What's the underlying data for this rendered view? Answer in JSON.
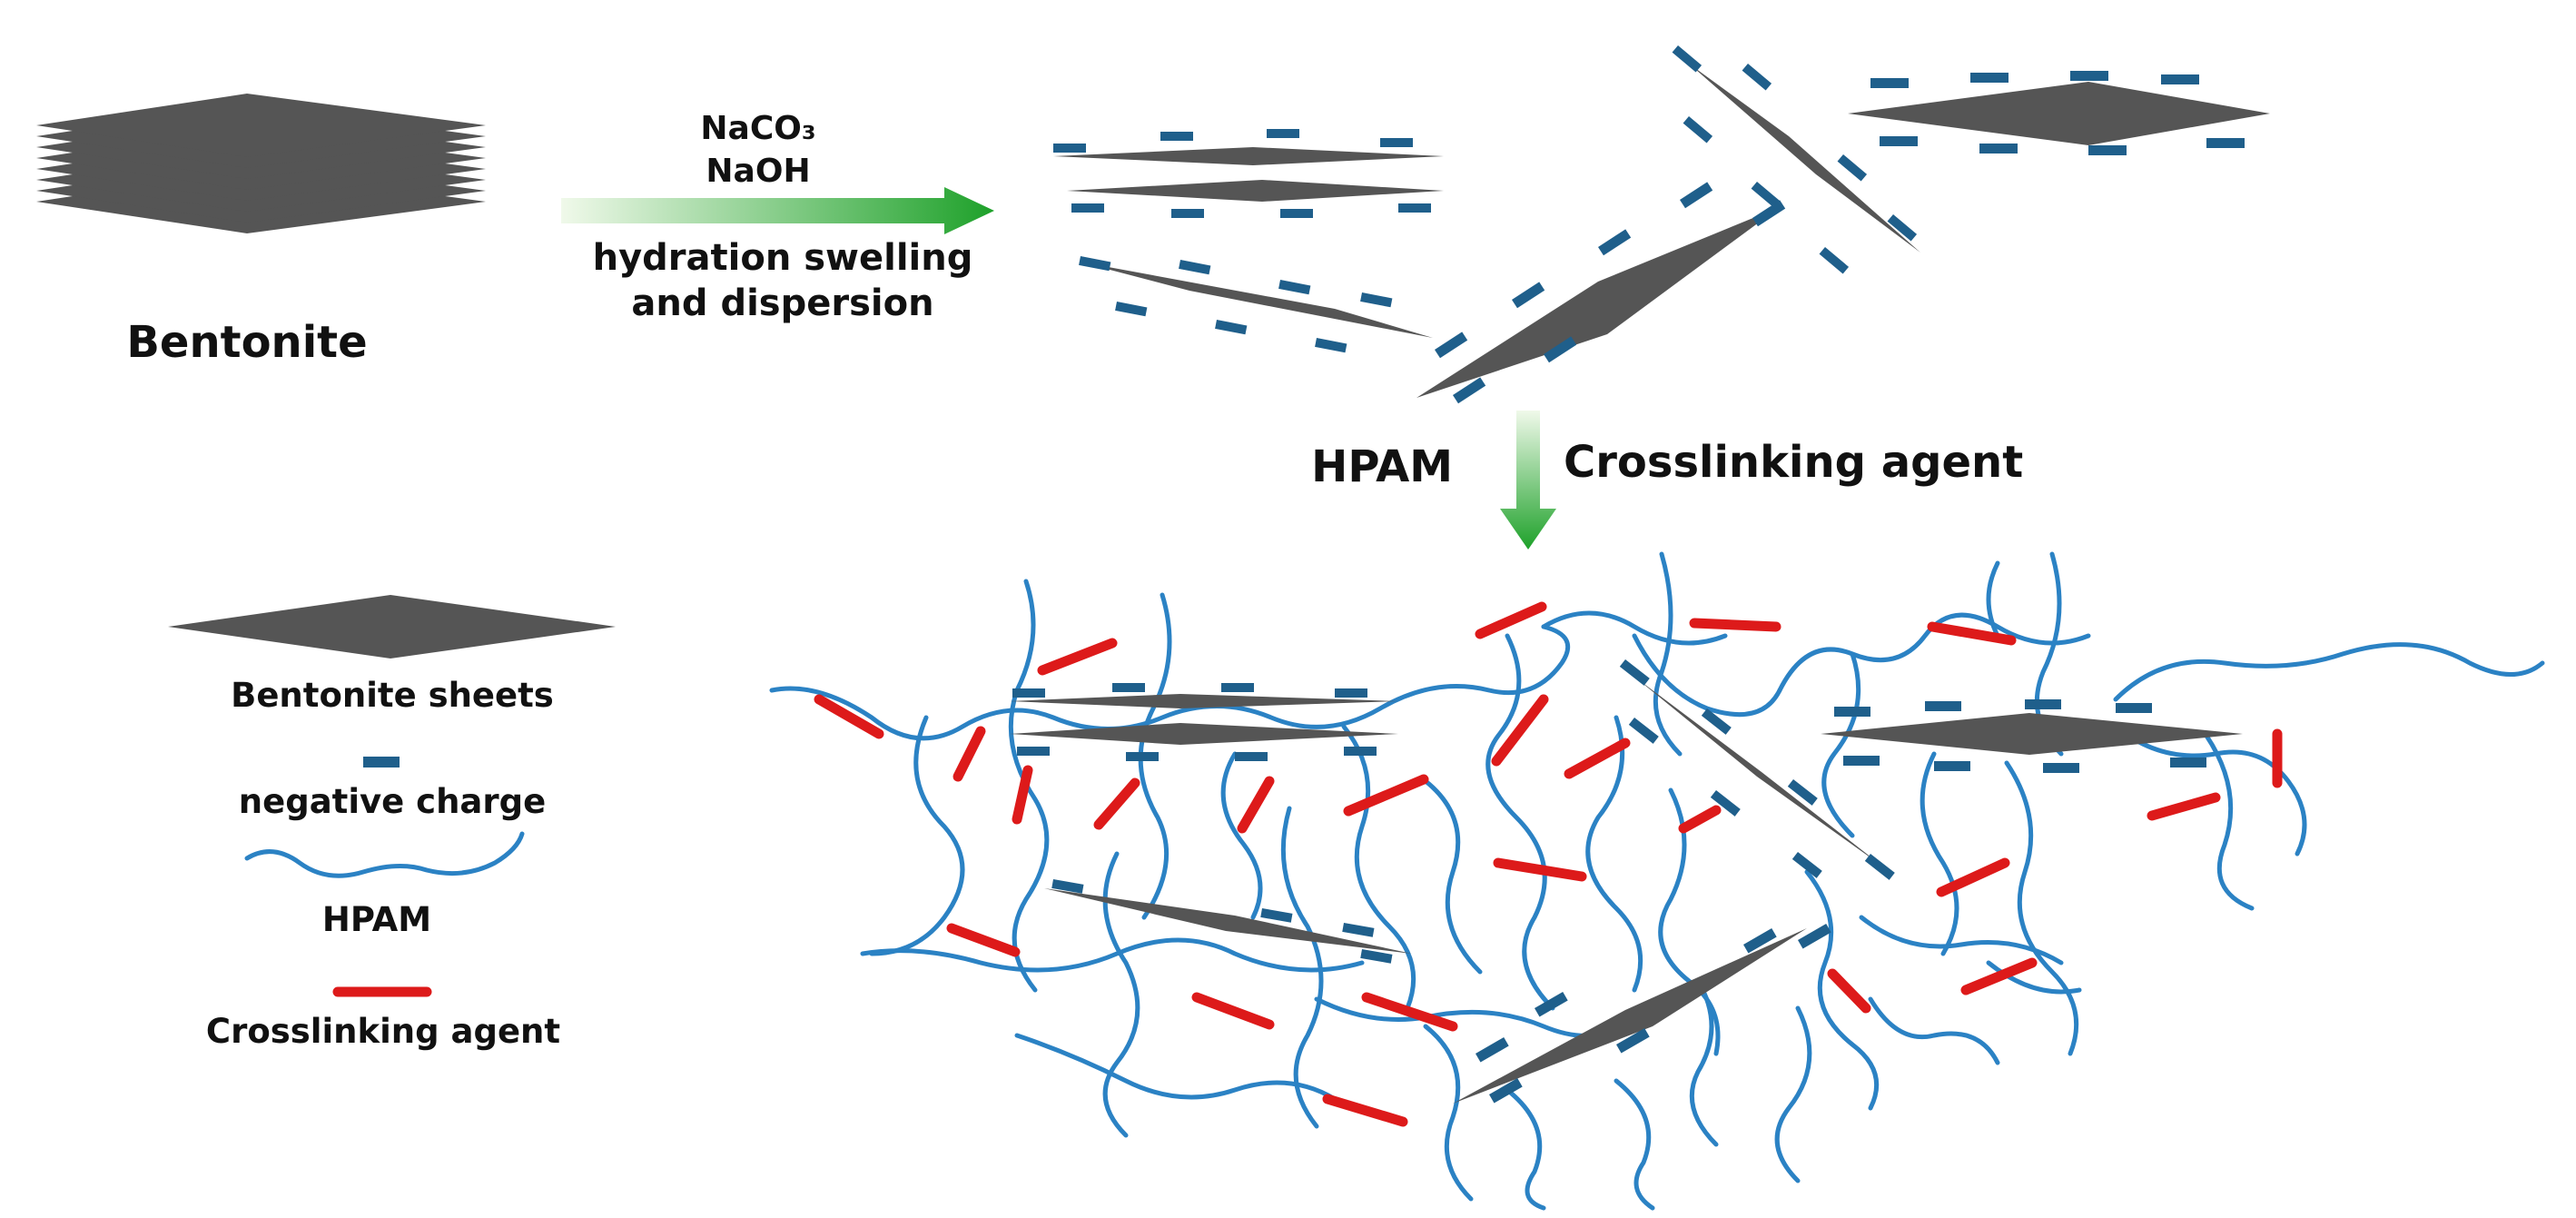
{
  "colors": {
    "sheet": "#555555",
    "negative_charge": "#1f5f8b",
    "hpam": "#2b82c4",
    "crosslinker": "#dd1a1a",
    "arrow_start": "#e9f6e0",
    "arrow_end": "#1ea12a"
  },
  "stage1": {
    "label": "Bentonite"
  },
  "step1": {
    "reagent_1": "NaCO₃",
    "reagent_2": "NaOH",
    "process_line_1": "hydration swelling",
    "process_line_2": "and dispersion"
  },
  "step2": {
    "reagent_left": "HPAM",
    "reagent_right": "Crosslinking agent"
  },
  "legend": {
    "sheet_label": "Bentonite sheets",
    "charge_label": "negative charge",
    "polymer_label": "HPAM",
    "crosslinker_label": "Crosslinking agent"
  }
}
